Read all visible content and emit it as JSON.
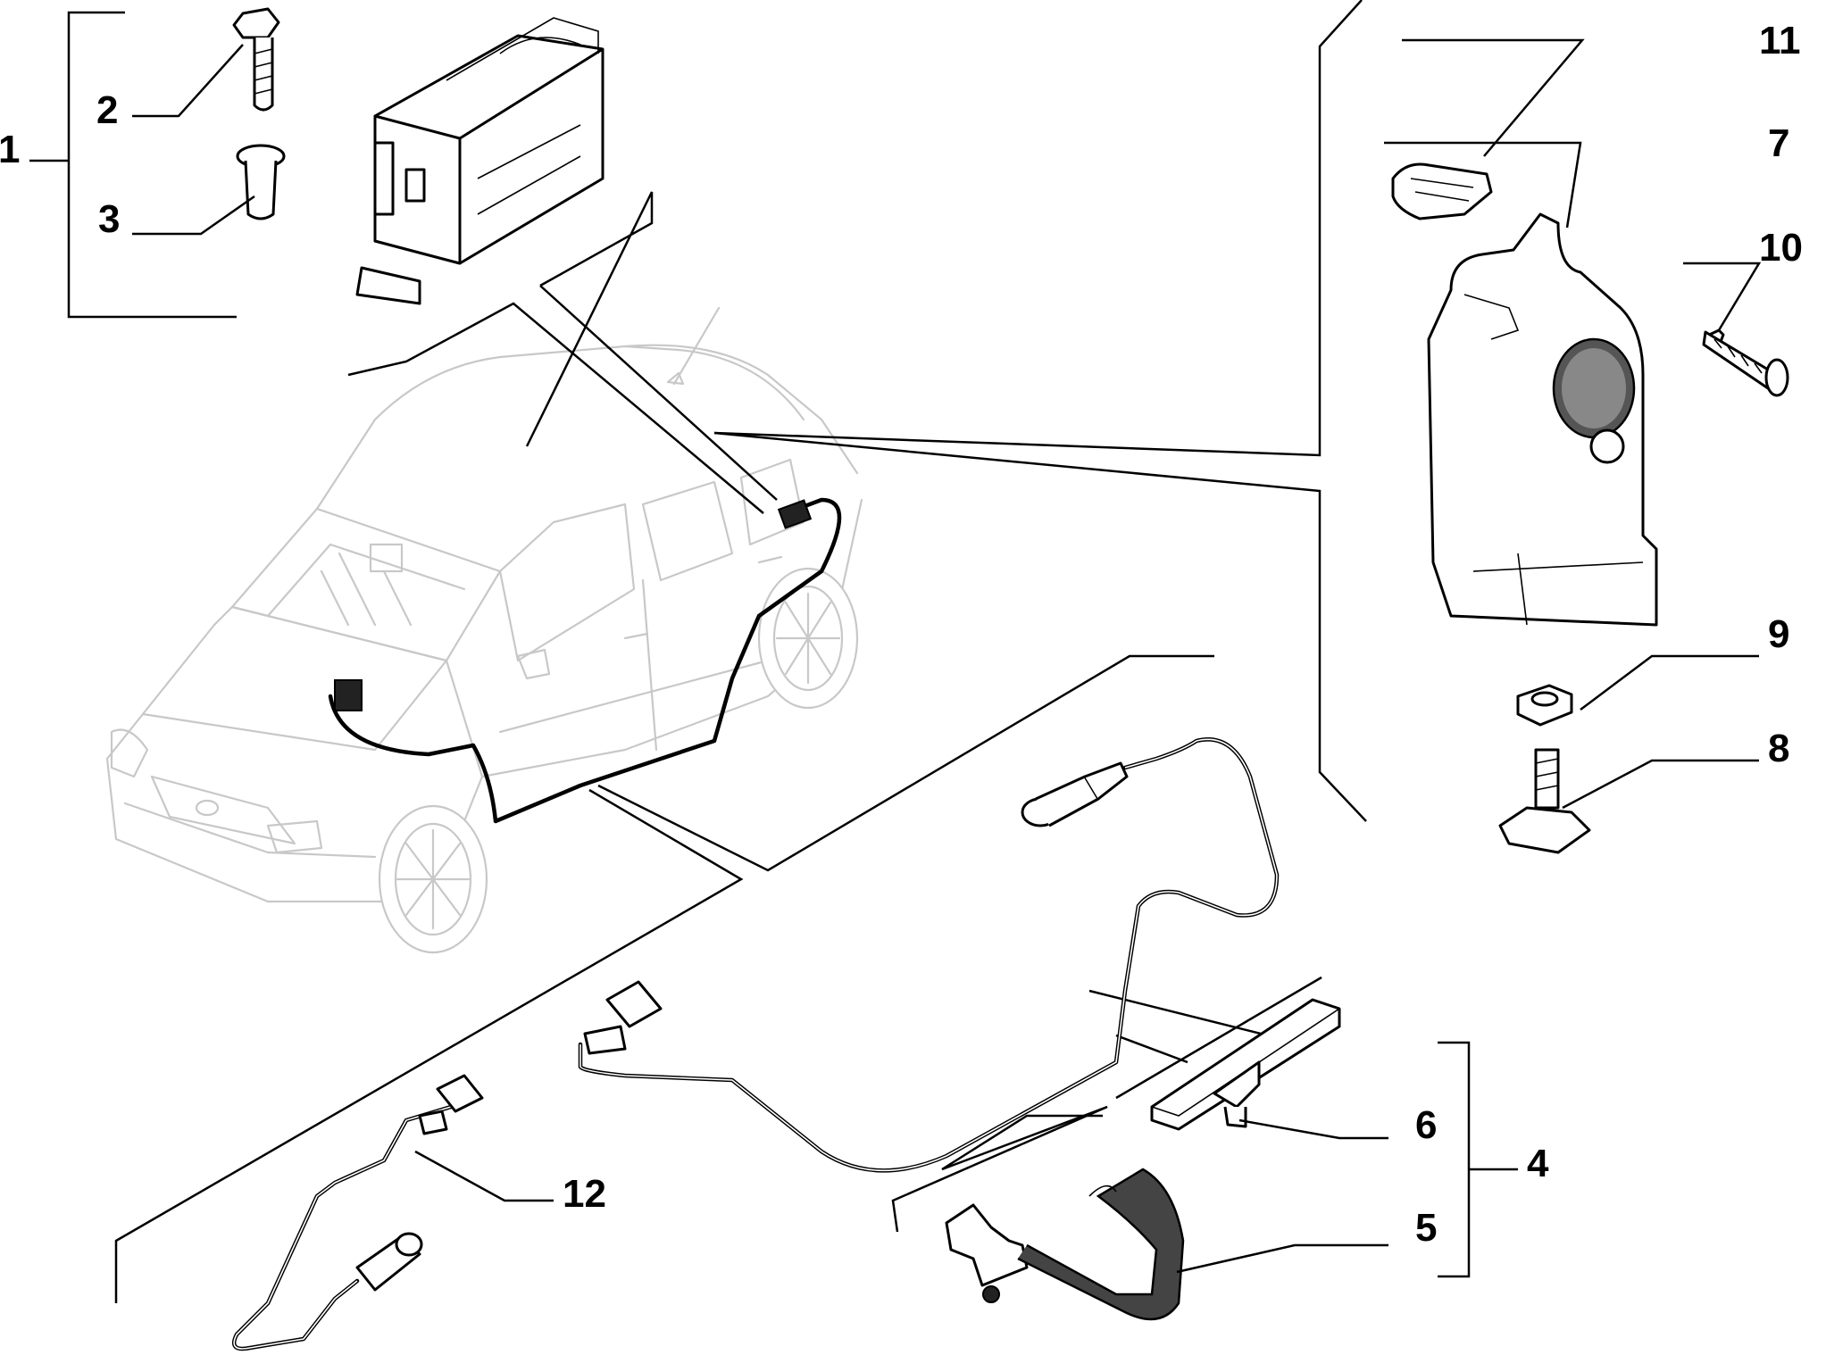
{
  "callouts": [
    {
      "id": "1",
      "label": "1"
    },
    {
      "id": "2",
      "label": "2"
    },
    {
      "id": "3",
      "label": "3"
    },
    {
      "id": "4",
      "label": "4"
    },
    {
      "id": "5",
      "label": "5"
    },
    {
      "id": "6",
      "label": "6"
    },
    {
      "id": "7",
      "label": "7"
    },
    {
      "id": "8",
      "label": "8"
    },
    {
      "id": "9",
      "label": "9"
    },
    {
      "id": "10",
      "label": "10"
    },
    {
      "id": "11",
      "label": "11"
    },
    {
      "id": "12",
      "label": "12"
    }
  ],
  "colors": {
    "ink": "#000000",
    "vehicle": "#c8c8c8",
    "background": "#ffffff"
  }
}
